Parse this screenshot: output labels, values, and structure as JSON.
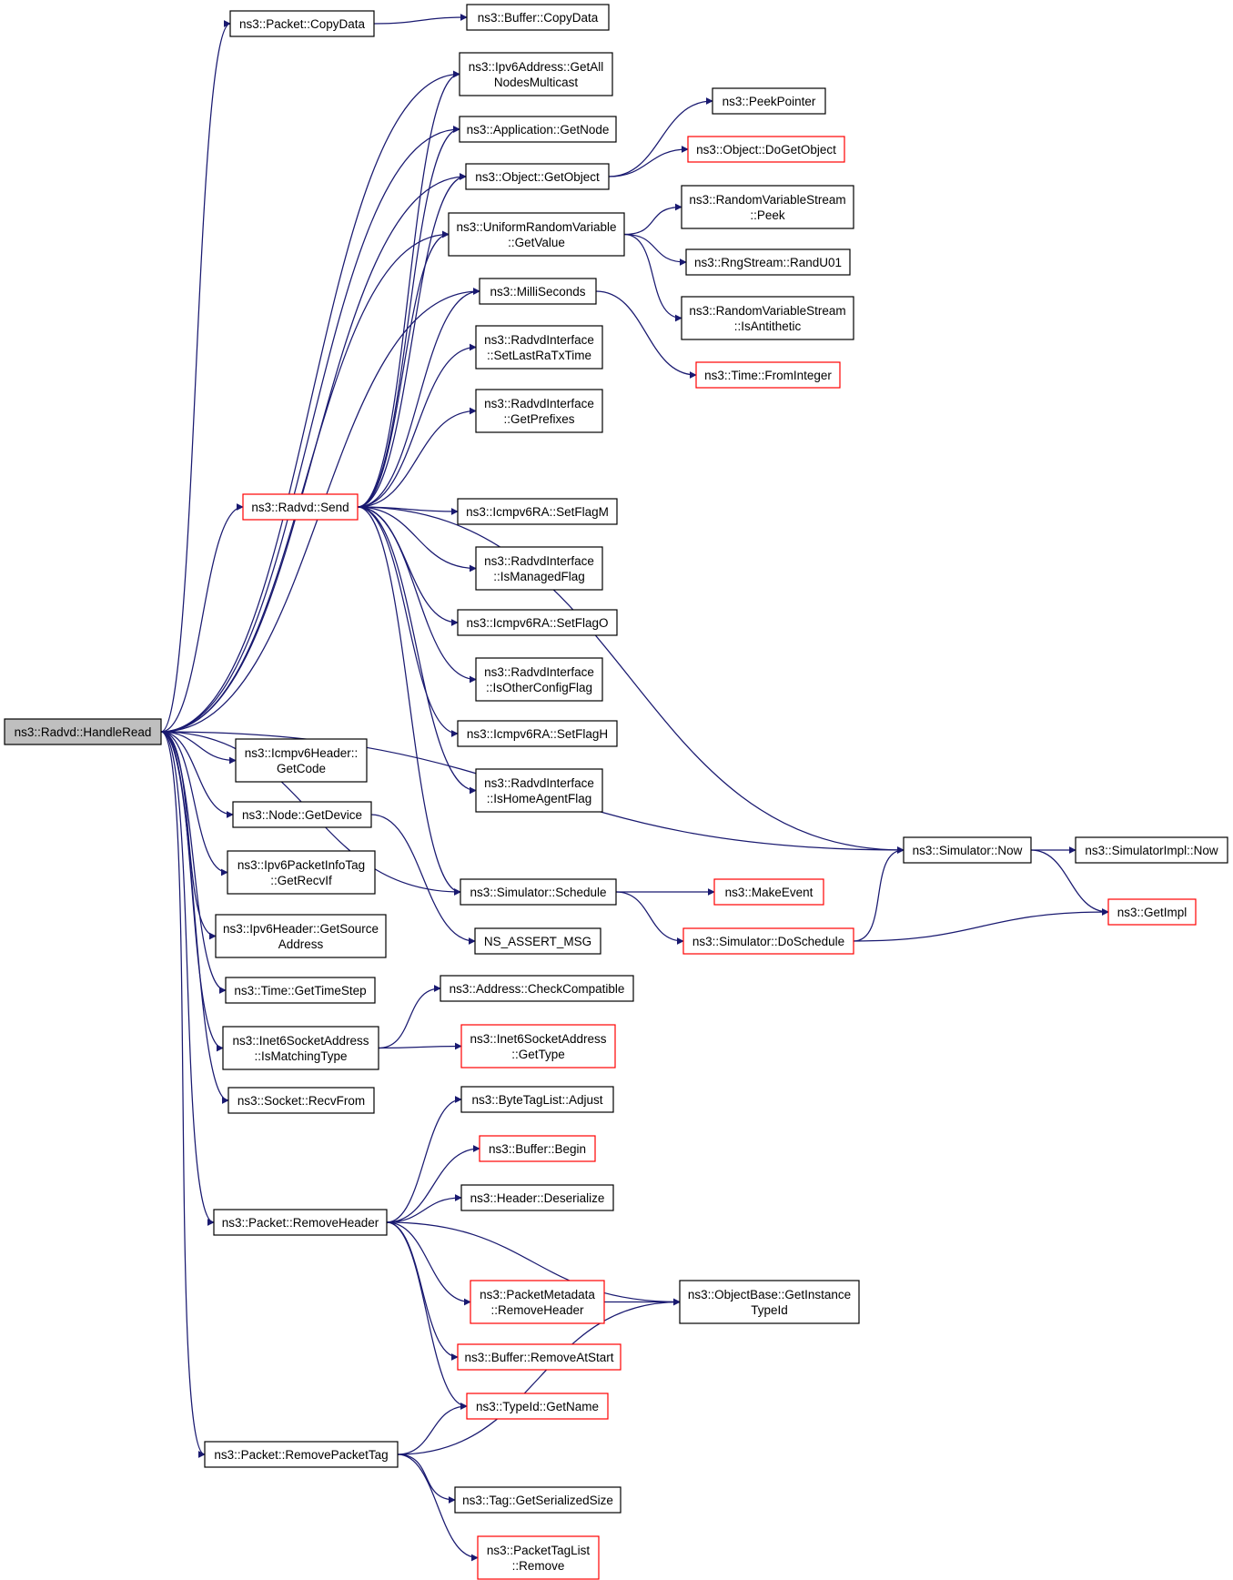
{
  "colors": {
    "edge": "#191970",
    "border": "#000000",
    "truncated_border": "#ff0000",
    "root_fill": "#bfbfbf"
  },
  "nodes": {
    "handle_read": {
      "label": [
        "ns3::Radvd::HandleRead"
      ],
      "style": "root"
    },
    "copy_data": {
      "label": [
        "ns3::Packet::CopyData"
      ],
      "style": "normal"
    },
    "buffer_copy_data": {
      "label": [
        "ns3::Buffer::CopyData"
      ],
      "style": "normal"
    },
    "get_all_nodes_multicast": {
      "label": [
        "ns3::Ipv6Address::GetAll",
        "NodesMulticast"
      ],
      "style": "normal"
    },
    "get_node": {
      "label": [
        "ns3::Application::GetNode"
      ],
      "style": "normal"
    },
    "peek_pointer": {
      "label": [
        "ns3::PeekPointer"
      ],
      "style": "normal"
    },
    "do_get_object": {
      "label": [
        "ns3::Object::DoGetObject"
      ],
      "style": "truncated"
    },
    "get_object": {
      "label": [
        "ns3::Object::GetObject"
      ],
      "style": "normal"
    },
    "rvs_peek": {
      "label": [
        "ns3::RandomVariableStream",
        "::Peek"
      ],
      "style": "normal"
    },
    "uniform_get_value": {
      "label": [
        "ns3::UniformRandomVariable",
        "::GetValue"
      ],
      "style": "normal"
    },
    "rand_u01": {
      "label": [
        "ns3::RngStream::RandU01"
      ],
      "style": "normal"
    },
    "milli_seconds": {
      "label": [
        "ns3::MilliSeconds"
      ],
      "style": "normal"
    },
    "rvs_is_antithetic": {
      "label": [
        "ns3::RandomVariableStream",
        "::IsAntithetic"
      ],
      "style": "normal"
    },
    "set_last_ra_tx_time": {
      "label": [
        "ns3::RadvdInterface",
        "::SetLastRaTxTime"
      ],
      "style": "normal"
    },
    "time_from_integer": {
      "label": [
        "ns3::Time::FromInteger"
      ],
      "style": "truncated"
    },
    "get_prefixes": {
      "label": [
        "ns3::RadvdInterface",
        "::GetPrefixes"
      ],
      "style": "normal"
    },
    "radvd_send": {
      "label": [
        "ns3::Radvd::Send"
      ],
      "style": "truncated"
    },
    "set_flag_m": {
      "label": [
        "ns3::Icmpv6RA::SetFlagM"
      ],
      "style": "normal"
    },
    "is_managed_flag": {
      "label": [
        "ns3::RadvdInterface",
        "::IsManagedFlag"
      ],
      "style": "normal"
    },
    "set_flag_o": {
      "label": [
        "ns3::Icmpv6RA::SetFlagO"
      ],
      "style": "normal"
    },
    "is_other_config_flag": {
      "label": [
        "ns3::RadvdInterface",
        "::IsOtherConfigFlag"
      ],
      "style": "normal"
    },
    "set_flag_h": {
      "label": [
        "ns3::Icmpv6RA::SetFlagH"
      ],
      "style": "normal"
    },
    "is_home_agent_flag": {
      "label": [
        "ns3::RadvdInterface",
        "::IsHomeAgentFlag"
      ],
      "style": "normal"
    },
    "icmpv6_get_code": {
      "label": [
        "ns3::Icmpv6Header::",
        "GetCode"
      ],
      "style": "normal"
    },
    "simulator_now": {
      "label": [
        "ns3::Simulator::Now"
      ],
      "style": "normal"
    },
    "simulator_impl_now": {
      "label": [
        "ns3::SimulatorImpl::Now"
      ],
      "style": "normal"
    },
    "node_get_device": {
      "label": [
        "ns3::Node::GetDevice"
      ],
      "style": "normal"
    },
    "simulator_schedule": {
      "label": [
        "ns3::Simulator::Schedule"
      ],
      "style": "normal"
    },
    "make_event": {
      "label": [
        "ns3::MakeEvent"
      ],
      "style": "truncated"
    },
    "get_recv_if": {
      "label": [
        "ns3::Ipv6PacketInfoTag",
        "::GetRecvIf"
      ],
      "style": "normal"
    },
    "get_impl": {
      "label": [
        "ns3::GetImpl"
      ],
      "style": "truncated"
    },
    "get_source_address": {
      "label": [
        "ns3::Ipv6Header::GetSource",
        "Address"
      ],
      "style": "normal"
    },
    "ns_assert_msg": {
      "label": [
        "NS_ASSERT_MSG"
      ],
      "style": "normal"
    },
    "do_schedule": {
      "label": [
        "ns3::Simulator::DoSchedule"
      ],
      "style": "truncated"
    },
    "get_time_step": {
      "label": [
        "ns3::Time::GetTimeStep"
      ],
      "style": "normal"
    },
    "check_compatible": {
      "label": [
        "ns3::Address::CheckCompatible"
      ],
      "style": "normal"
    },
    "is_matching_type": {
      "label": [
        "ns3::Inet6SocketAddress",
        "::IsMatchingType"
      ],
      "style": "normal"
    },
    "inet6_get_type": {
      "label": [
        "ns3::Inet6SocketAddress",
        "::GetType"
      ],
      "style": "truncated"
    },
    "recv_from": {
      "label": [
        "ns3::Socket::RecvFrom"
      ],
      "style": "normal"
    },
    "byte_tag_list_adjust": {
      "label": [
        "ns3::ByteTagList::Adjust"
      ],
      "style": "normal"
    },
    "buffer_begin": {
      "label": [
        "ns3::Buffer::Begin"
      ],
      "style": "truncated"
    },
    "header_deserialize": {
      "label": [
        "ns3::Header::Deserialize"
      ],
      "style": "normal"
    },
    "remove_header": {
      "label": [
        "ns3::Packet::RemoveHeader"
      ],
      "style": "normal"
    },
    "pm_remove_header": {
      "label": [
        "ns3::PacketMetadata",
        "::RemoveHeader"
      ],
      "style": "truncated"
    },
    "get_instance_type_id": {
      "label": [
        "ns3::ObjectBase::GetInstance",
        "TypeId"
      ],
      "style": "normal"
    },
    "remove_at_start": {
      "label": [
        "ns3::Buffer::RemoveAtStart"
      ],
      "style": "truncated"
    },
    "type_id_get_name": {
      "label": [
        "ns3::TypeId::GetName"
      ],
      "style": "truncated"
    },
    "remove_packet_tag": {
      "label": [
        "ns3::Packet::RemovePacketTag"
      ],
      "style": "normal"
    },
    "tag_get_serialized_size": {
      "label": [
        "ns3::Tag::GetSerializedSize"
      ],
      "style": "normal"
    },
    "packet_tag_list_remove": {
      "label": [
        "ns3::PacketTagList",
        "::Remove"
      ],
      "style": "truncated"
    }
  },
  "edges": [
    [
      "handle_read",
      "copy_data"
    ],
    [
      "copy_data",
      "buffer_copy_data"
    ],
    [
      "handle_read",
      "get_all_nodes_multicast"
    ],
    [
      "handle_read",
      "get_node"
    ],
    [
      "handle_read",
      "get_object"
    ],
    [
      "handle_read",
      "uniform_get_value"
    ],
    [
      "handle_read",
      "milli_seconds"
    ],
    [
      "handle_read",
      "radvd_send"
    ],
    [
      "handle_read",
      "simulator_now"
    ],
    [
      "handle_read",
      "simulator_schedule"
    ],
    [
      "handle_read",
      "icmpv6_get_code"
    ],
    [
      "handle_read",
      "node_get_device"
    ],
    [
      "handle_read",
      "get_recv_if"
    ],
    [
      "handle_read",
      "get_source_address"
    ],
    [
      "handle_read",
      "get_time_step"
    ],
    [
      "handle_read",
      "is_matching_type"
    ],
    [
      "handle_read",
      "recv_from"
    ],
    [
      "handle_read",
      "remove_header"
    ],
    [
      "handle_read",
      "remove_packet_tag"
    ],
    [
      "get_object",
      "peek_pointer"
    ],
    [
      "get_object",
      "do_get_object"
    ],
    [
      "uniform_get_value",
      "rvs_peek"
    ],
    [
      "uniform_get_value",
      "rand_u01"
    ],
    [
      "uniform_get_value",
      "rvs_is_antithetic"
    ],
    [
      "milli_seconds",
      "time_from_integer"
    ],
    [
      "radvd_send",
      "get_all_nodes_multicast"
    ],
    [
      "radvd_send",
      "get_node"
    ],
    [
      "radvd_send",
      "get_object"
    ],
    [
      "radvd_send",
      "uniform_get_value"
    ],
    [
      "radvd_send",
      "milli_seconds"
    ],
    [
      "radvd_send",
      "set_last_ra_tx_time"
    ],
    [
      "radvd_send",
      "get_prefixes"
    ],
    [
      "radvd_send",
      "simulator_now"
    ],
    [
      "radvd_send",
      "set_flag_m"
    ],
    [
      "radvd_send",
      "is_managed_flag"
    ],
    [
      "radvd_send",
      "set_flag_o"
    ],
    [
      "radvd_send",
      "is_other_config_flag"
    ],
    [
      "radvd_send",
      "set_flag_h"
    ],
    [
      "radvd_send",
      "is_home_agent_flag"
    ],
    [
      "radvd_send",
      "simulator_schedule"
    ],
    [
      "simulator_now",
      "simulator_impl_now"
    ],
    [
      "simulator_now",
      "get_impl"
    ],
    [
      "node_get_device",
      "ns_assert_msg"
    ],
    [
      "simulator_schedule",
      "make_event"
    ],
    [
      "simulator_schedule",
      "do_schedule"
    ],
    [
      "do_schedule",
      "simulator_now"
    ],
    [
      "do_schedule",
      "get_impl"
    ],
    [
      "is_matching_type",
      "check_compatible"
    ],
    [
      "is_matching_type",
      "inet6_get_type"
    ],
    [
      "remove_header",
      "byte_tag_list_adjust"
    ],
    [
      "remove_header",
      "buffer_begin"
    ],
    [
      "remove_header",
      "header_deserialize"
    ],
    [
      "remove_header",
      "get_instance_type_id"
    ],
    [
      "remove_header",
      "pm_remove_header"
    ],
    [
      "remove_header",
      "remove_at_start"
    ],
    [
      "remove_header",
      "type_id_get_name"
    ],
    [
      "pm_remove_header",
      "get_instance_type_id"
    ],
    [
      "remove_packet_tag",
      "type_id_get_name"
    ],
    [
      "remove_packet_tag",
      "get_instance_type_id"
    ],
    [
      "remove_packet_tag",
      "tag_get_serialized_size"
    ],
    [
      "remove_packet_tag",
      "packet_tag_list_remove"
    ]
  ]
}
